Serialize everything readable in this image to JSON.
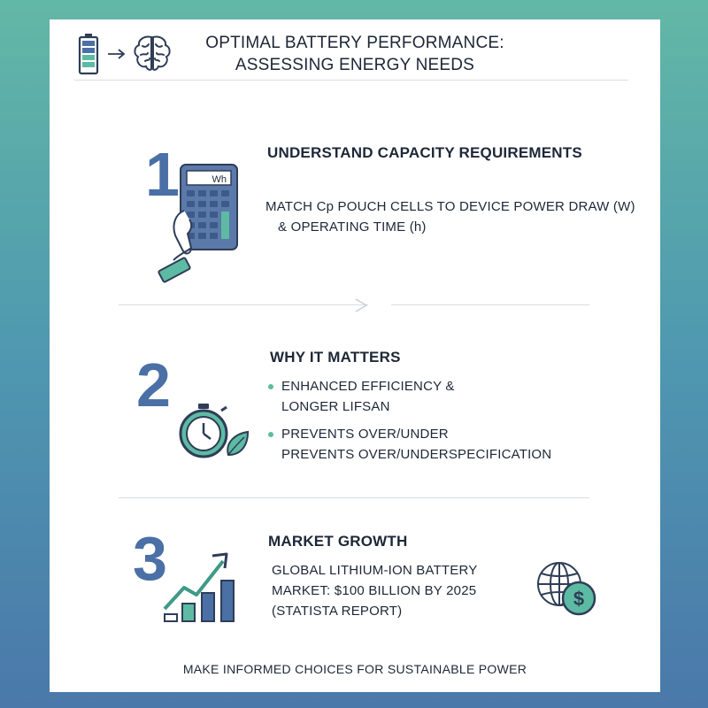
{
  "header": {
    "title_line1": "OPTIMAL BATTERY PERFORMANCE:",
    "title_line2": "ASSESSING ENERGY NEEDS",
    "icons": [
      "battery-icon",
      "arrow-right-icon",
      "brain-icon"
    ]
  },
  "sections": [
    {
      "number": "1",
      "heading": "UNDERSTAND CAPACITY REQUIREMENTS",
      "line1": "MATCH Cp POUCH CELLS TO DEVICE POWER DRAW (W)",
      "line2": "& OPERATING TIME (h)",
      "icon": "calculator-icon",
      "calculator_display": "Wh"
    },
    {
      "number": "2",
      "heading": "WHY IT MATTERS",
      "bullets": [
        {
          "line1": "ENHANCED EFFICIENCY &",
          "line2": "LONGER LIFSAN"
        },
        {
          "line1": "PREVENTS OVER/UNDER",
          "line2": "PREVENTS OVER/UNDERSPECIFICATION"
        }
      ],
      "icon": "stopwatch-leaf-icon"
    },
    {
      "number": "3",
      "heading": "MARKET GROWTH",
      "line1": "GLOBAL LITHIUM-ION BATTERY",
      "line2": "MARKET: $100 BILLION BY 2025",
      "line3": "(STATISTA REPORT)",
      "icons": [
        "growth-chart-icon",
        "globe-dollar-icon"
      ]
    }
  ],
  "footer": "MAKE INFORMED CHOICES FOR SUSTAINABLE POWER",
  "colors": {
    "accent_blue": "#4a70a6",
    "accent_teal": "#5dbba3",
    "dark_text": "#1e2737"
  }
}
